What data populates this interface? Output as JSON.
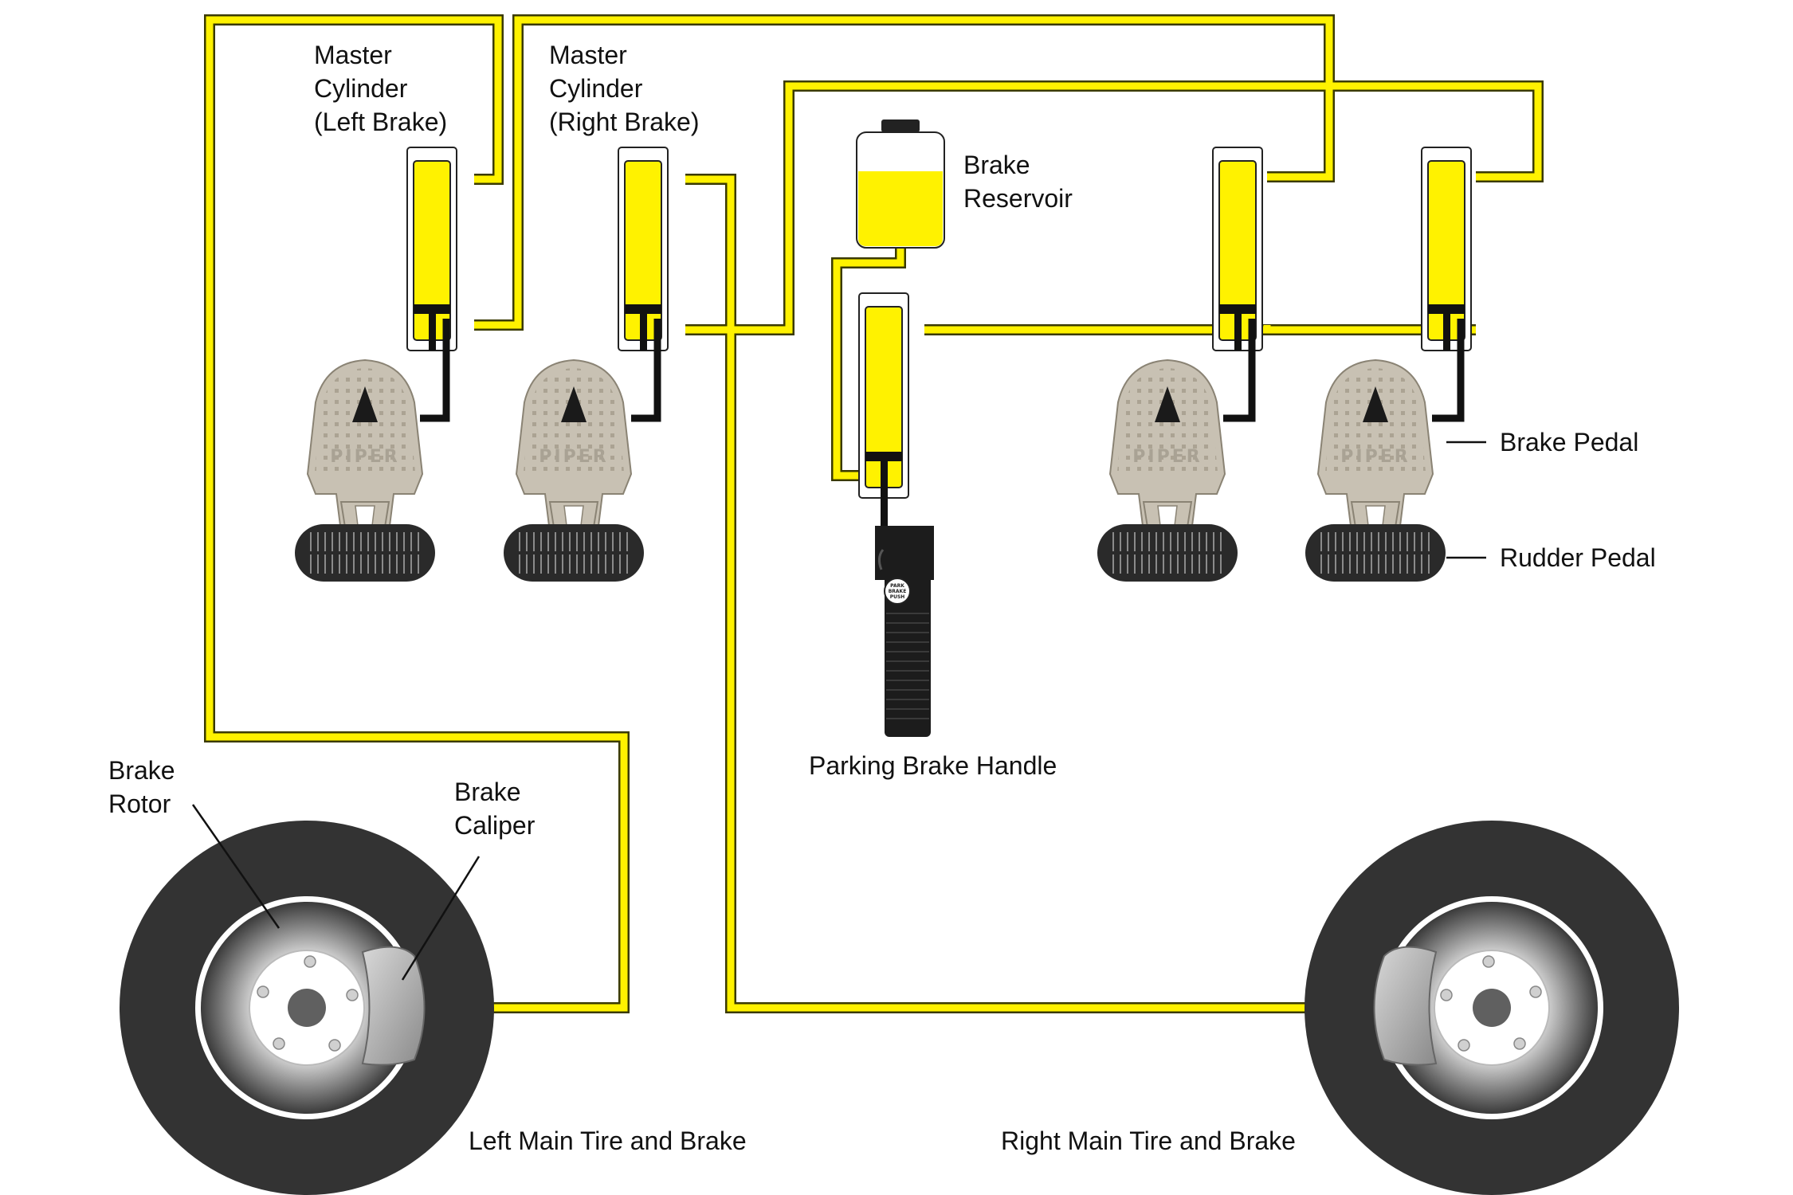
{
  "colors": {
    "fluid": "#fff200",
    "line_stroke": "#3a3a00",
    "rod": "#111111",
    "tire": "#333333",
    "pedal": "#c8c1b3",
    "rudder": "#2a2a2a"
  },
  "labels": {
    "mc_left": [
      "Master",
      "Cylinder",
      "(Left Brake)"
    ],
    "mc_right": [
      "Master",
      "Cylinder",
      "(Right Brake)"
    ],
    "reservoir": [
      "Brake",
      "Reservoir"
    ],
    "brake_pedal": "Brake Pedal",
    "rudder_pedal": "Rudder Pedal",
    "parking_handle": "Parking Brake Handle",
    "rotor": [
      "Brake",
      "Rotor"
    ],
    "caliper": [
      "Brake",
      "Caliper"
    ],
    "left_tire": "Left Main Tire and Brake",
    "right_tire": "Right Main Tire and Brake",
    "pedal_brand": "PIPER",
    "park_button": [
      "PARK",
      "BRAKE",
      "PUSH"
    ]
  },
  "icons": {
    "pedal": "brake-pedal-icon",
    "rudder": "rudder-pedal-icon",
    "tire": "tire-icon"
  }
}
